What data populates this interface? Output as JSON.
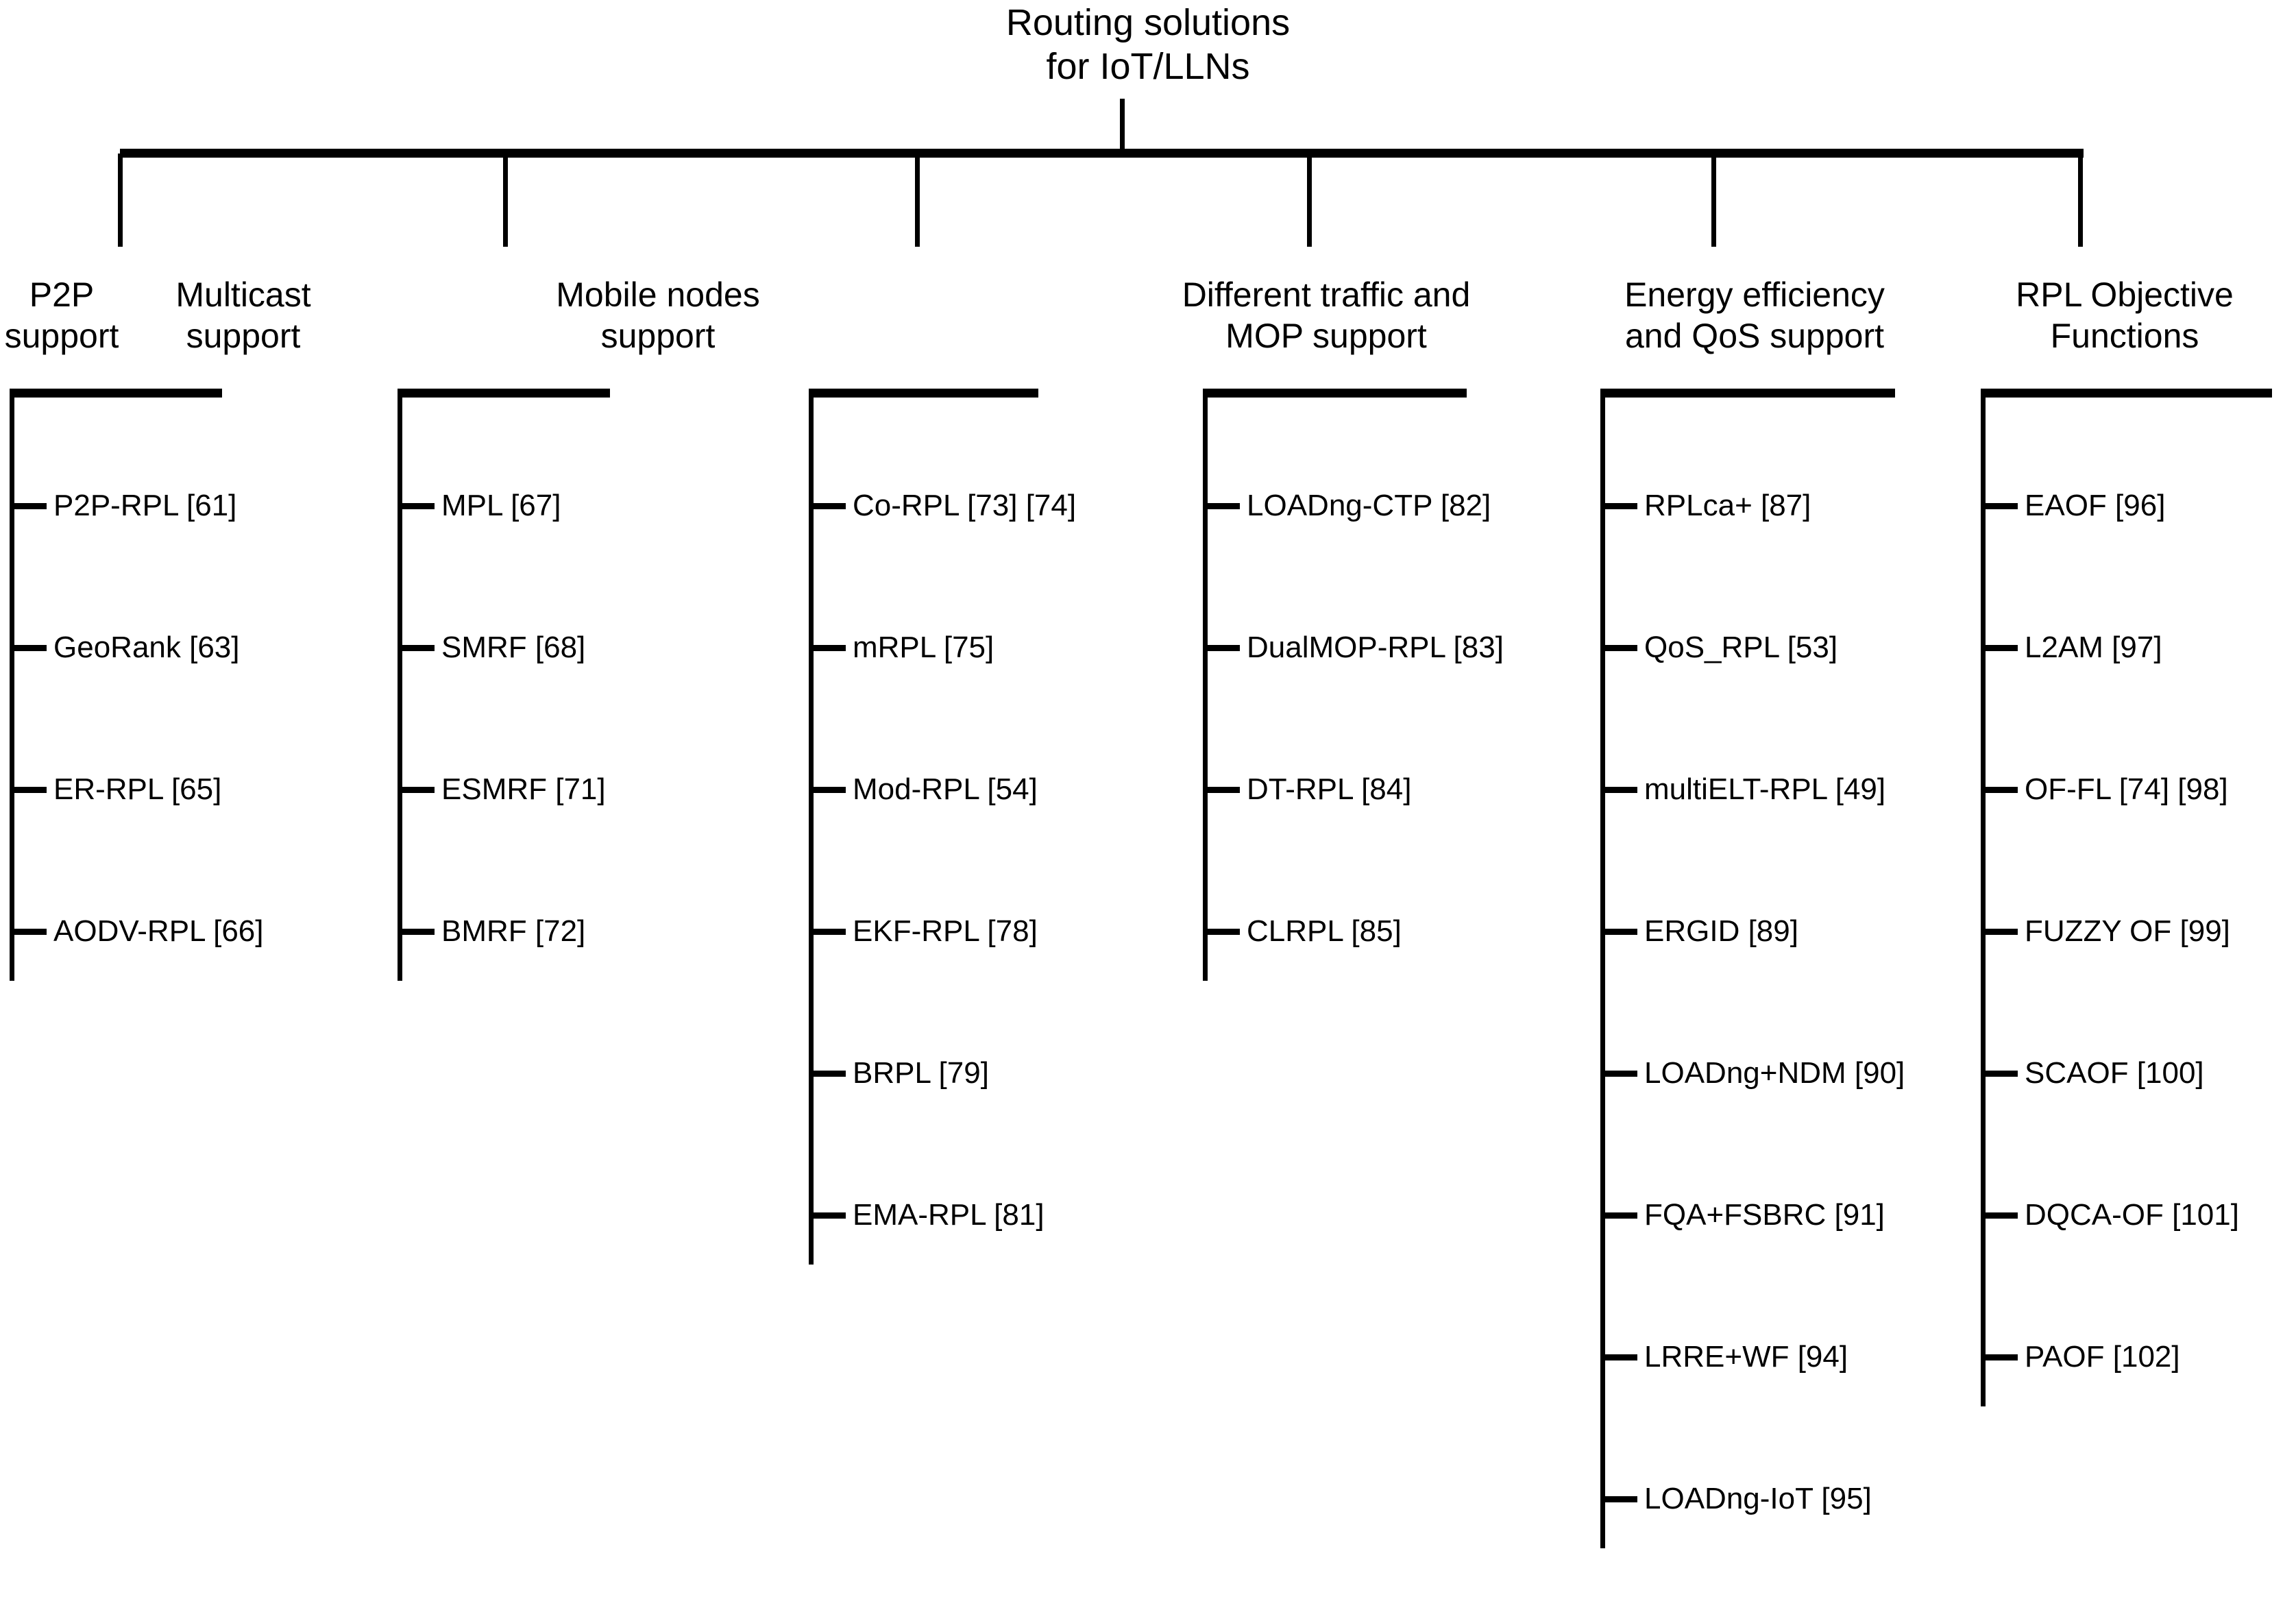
{
  "diagram": {
    "root": {
      "title": "Routing solutions\nfor IoT/LLNs"
    },
    "branches": [
      {
        "header": "P2P\nsupport",
        "items": [
          "P2P-RPL [61]",
          "GeoRank [63]",
          "ER-RPL [65]",
          "AODV-RPL [66]"
        ]
      },
      {
        "header": "Multicast\nsupport",
        "items": [
          "MPL [67]",
          "SMRF [68]",
          "ESMRF [71]",
          "BMRF [72]"
        ]
      },
      {
        "header": "Mobile nodes\nsupport",
        "items": [
          "Co-RPL [73] [74]",
          "mRPL [75]",
          "Mod-RPL [54]",
          "EKF-RPL [78]",
          "BRPL [79]",
          "EMA-RPL [81]"
        ]
      },
      {
        "header": "Different traffic and\nMOP support",
        "items": [
          "LOADng-CTP [82]",
          "DualMOP-RPL [83]",
          "DT-RPL [84]",
          "CLRPL [85]"
        ]
      },
      {
        "header": "Energy efficiency\nand QoS support",
        "items": [
          "RPLca+ [87]",
          "QoS_RPL [53]",
          "multiELT-RPL [49]",
          "ERGID [89]",
          "LOADng+NDM [90]",
          "FQA+FSBRC [91]",
          "LRRE+WF [94]",
          "LOADng-IoT [95]"
        ]
      },
      {
        "header": "RPL Objective\nFunctions",
        "items": [
          "EAOF [96]",
          "L2AM [97]",
          "OF-FL [74] [98]",
          "FUZZY OF [99]",
          "SCAOF [100]",
          "DQCA-OF [101]",
          "PAOF [102]"
        ]
      }
    ],
    "colors": {
      "line": "#000000",
      "text": "#000000",
      "background": "#ffffff"
    }
  }
}
